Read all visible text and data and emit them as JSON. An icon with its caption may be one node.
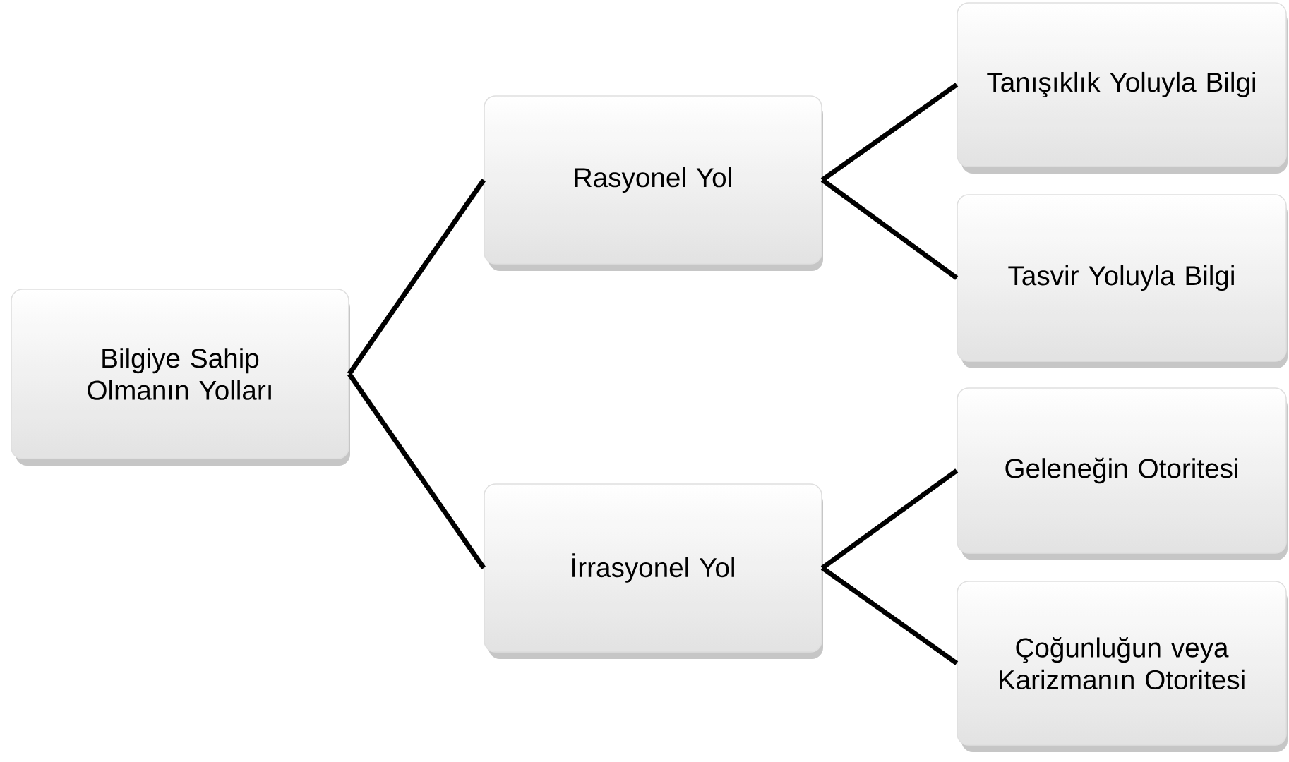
{
  "diagram": {
    "nodes": [
      {
        "text": [
          "Bilgiye Sahip Olmanın Yolları"
        ]
      },
      {
        "text": [
          "Rasyonel Yol"
        ]
      },
      {
        "text": [
          "İrrasyonel Yol"
        ]
      },
      {
        "text": [
          "Tanışıklık Yoluyla Bilgi"
        ]
      },
      {
        "text": [
          "Tasvir Yoluyla Bilgi"
        ]
      },
      {
        "text": [
          "Geleneğin Otoritesi"
        ]
      },
      {
        "text": [
          "Çoğunluğun veya Karizmanın Otoritesi"
        ]
      }
    ],
    "edges": [
      {
        "from": 0,
        "to": 1,
        "arrow": "none"
      },
      {
        "from": 0,
        "to": 2,
        "arrow": "none"
      },
      {
        "from": 1,
        "to": 3,
        "arrow": "none"
      },
      {
        "from": 1,
        "to": 4,
        "arrow": "none"
      },
      {
        "from": 2,
        "to": 5,
        "arrow": "none"
      },
      {
        "from": 2,
        "to": 6,
        "arrow": "none"
      }
    ]
  }
}
